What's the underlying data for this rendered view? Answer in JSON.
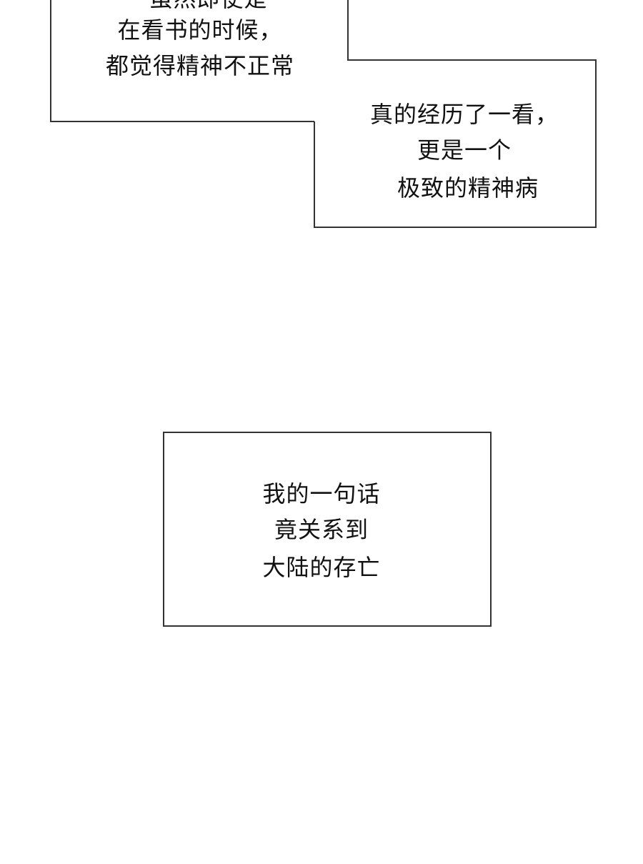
{
  "caption_boxes": [
    {
      "lines": [
        "虽然即使是",
        "在看书的时候，",
        "都觉得精神不正常"
      ]
    },
    {
      "lines": [
        "真的经历了一看，",
        "更是一个",
        "极致的精神病"
      ]
    },
    {
      "lines": [
        "我的一句话",
        "竟关系到",
        "大陆的存亡"
      ]
    }
  ]
}
